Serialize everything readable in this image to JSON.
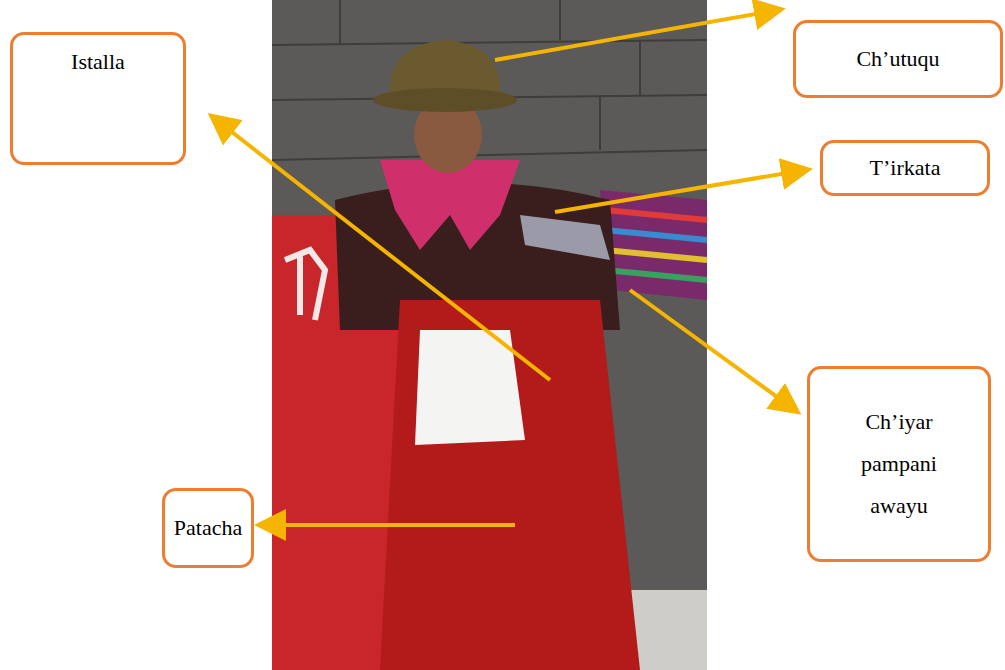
{
  "diagram": {
    "nodes": [
      {
        "text": [
          "Ch’utuqu"
        ]
      },
      {
        "text": [
          "Istalla"
        ]
      },
      {
        "text": [
          "T’irkata"
        ]
      },
      {
        "text": [
          "Ch’iyar pampani awayu"
        ]
      },
      {
        "text": [
          "Patacha"
        ]
      }
    ]
  }
}
